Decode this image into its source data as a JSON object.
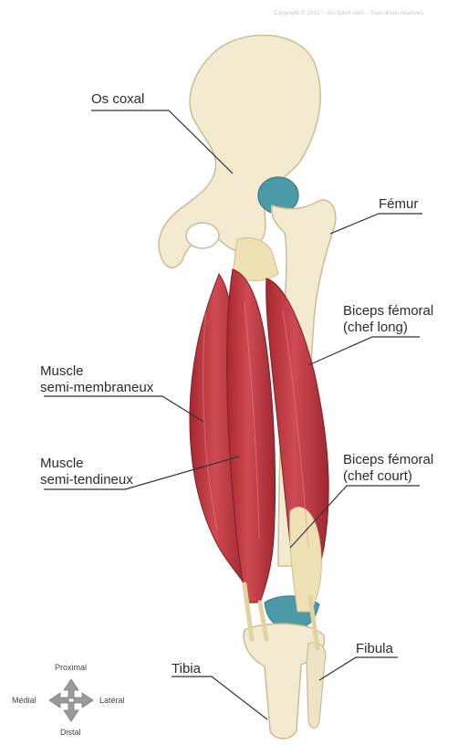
{
  "copyright": "Copyright © 2012 – Sci-Sport.com – Tous droits réservés",
  "labels": {
    "os_coxal": "Os coxal",
    "femur": "Fémur",
    "biceps_long_line1": "Biceps fémoral",
    "biceps_long_line2": "(chef long)",
    "semi_membraneux_line1": "Muscle",
    "semi_membraneux_line2": "semi-membraneux",
    "semi_tendineux_line1": "Muscle",
    "semi_tendineux_line2": "semi-tendineux",
    "biceps_court_line1": "Biceps fémoral",
    "biceps_court_line2": "(chef court)",
    "tibia": "Tibia",
    "fibula": "Fibula"
  },
  "compass": {
    "up": "Proximal",
    "down": "Distal",
    "left": "Médial",
    "right": "Latéral"
  },
  "colors": {
    "bone": "#f3ead0",
    "bone_outline": "#c9bd97",
    "cartilage": "#4b9aa6",
    "muscle": "#c0353f",
    "muscle_dark": "#9e2630",
    "tendon": "#eee2b4",
    "leader_line": "#333333"
  }
}
